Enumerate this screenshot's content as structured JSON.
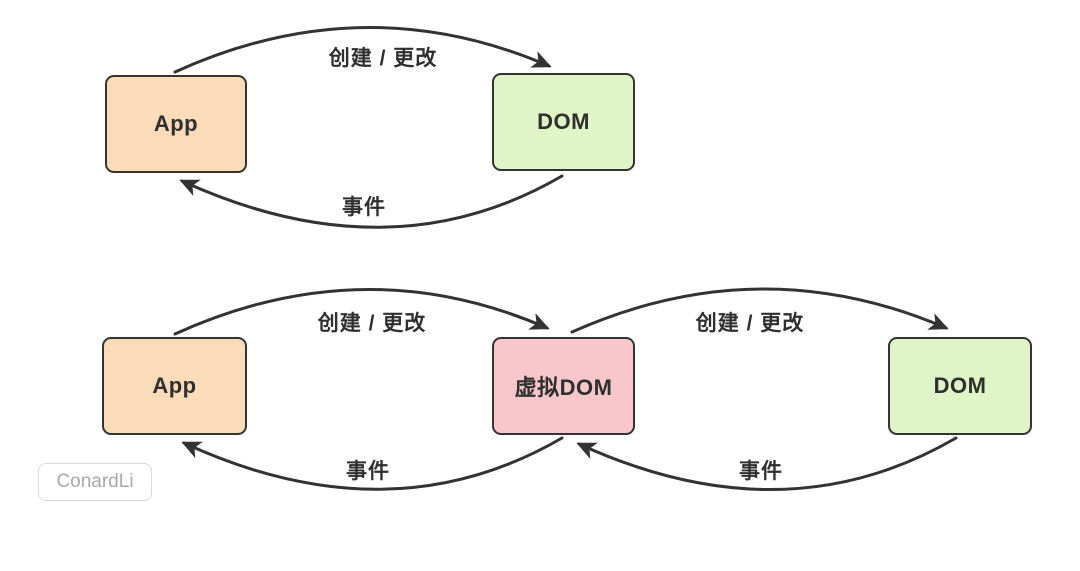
{
  "top_diagram": {
    "app_label": "App",
    "dom_label": "DOM",
    "create_label": "创建 / 更改",
    "event_label": "事件"
  },
  "bottom_diagram": {
    "app_label": "App",
    "vdom_label": "虚拟DOM",
    "dom_label": "DOM",
    "left_create_label": "创建 / 更改",
    "left_event_label": "事件",
    "right_create_label": "创建 / 更改",
    "right_event_label": "事件"
  },
  "watermark": {
    "label": "ConardLi"
  },
  "colors": {
    "app_fill": "#fbdcb9",
    "dom_fill": "#e0f5c7",
    "vdom_fill": "#f9c7cb",
    "node_border": "#333333",
    "arrow": "#333333",
    "label_text": "#2f2f2f",
    "watermark_text": "#a8a8a8",
    "watermark_border": "#d8d8d8",
    "background": "#ffffff"
  }
}
